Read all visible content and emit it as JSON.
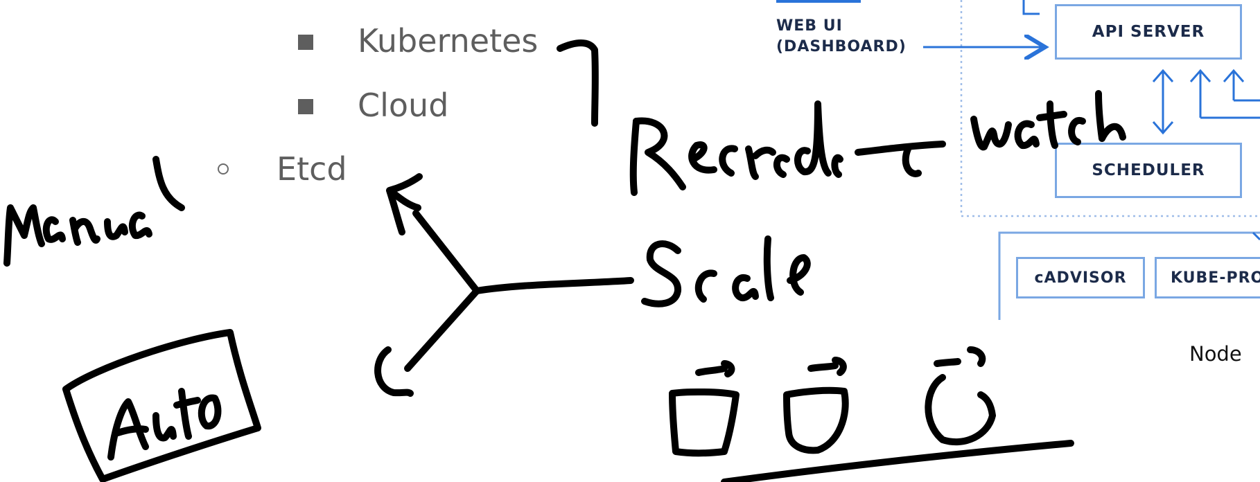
{
  "outline": {
    "items": [
      {
        "level": 2,
        "text": "Kubernetes"
      },
      {
        "level": 2,
        "text": "Cloud"
      },
      {
        "level": 1,
        "text": "Etcd"
      }
    ]
  },
  "diagram": {
    "web_ui_line1": "WEB UI",
    "web_ui_line2": "(DASHBOARD)",
    "api_server": "API SERVER",
    "scheduler": "SCHEDULER",
    "cadvisor": "cADVISOR",
    "kube_proxy": "KUBE-PRO",
    "node_label": "Node",
    "colors": {
      "box_border": "#7aa7e3",
      "arrow": "#2a73d9",
      "text": "#1c2b4a"
    }
  },
  "handwriting": {
    "recreate": "Recreate",
    "watch": "watch",
    "scale": "Scale",
    "manual": "Manual",
    "auto": "Auto"
  }
}
